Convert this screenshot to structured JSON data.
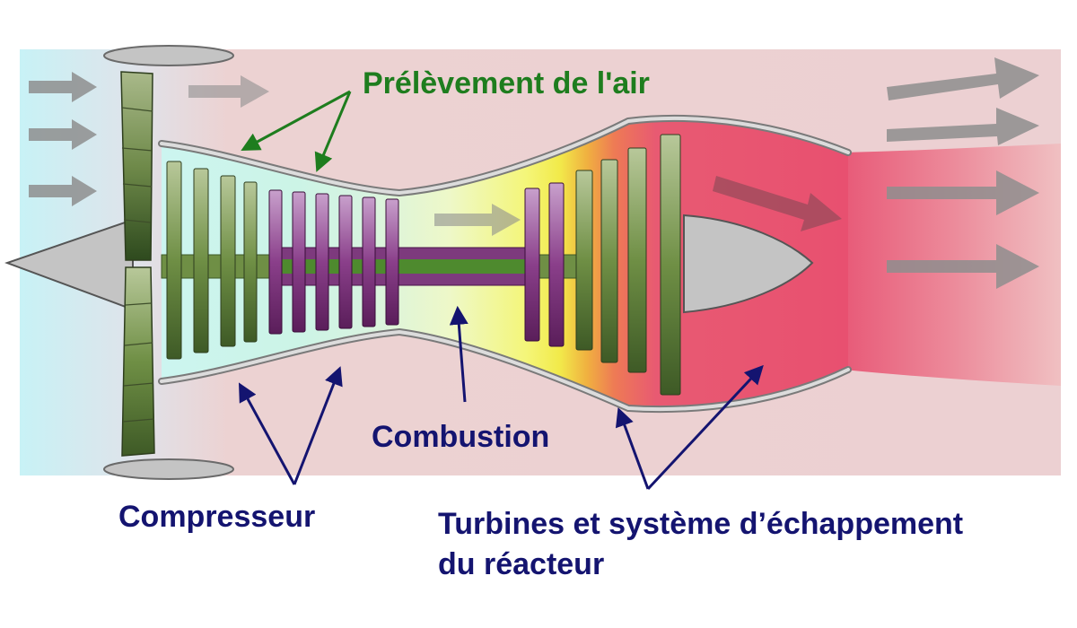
{
  "labels": {
    "air_intake": "Prélèvement de l'air",
    "compressor": "Compresseur",
    "combustion": "Combustion",
    "turbine_line1": "Turbines et système d’échappement",
    "turbine_line2": "du réacteur"
  },
  "colors": {
    "intake_label": "#1e7d1e",
    "component_labels": "#141470",
    "cold_air": "#c8f2f6",
    "ambient": "#ecd2d2",
    "exhaust": "#e8607a",
    "fan_blades": "#6f8a4a",
    "compressor_green": "#7f9d52",
    "compressor_purple": "#8a3f8a",
    "combustion_yellow": "#f0f04a"
  },
  "icons": [
    "airflow-arrow",
    "label-pointer-arrow"
  ]
}
